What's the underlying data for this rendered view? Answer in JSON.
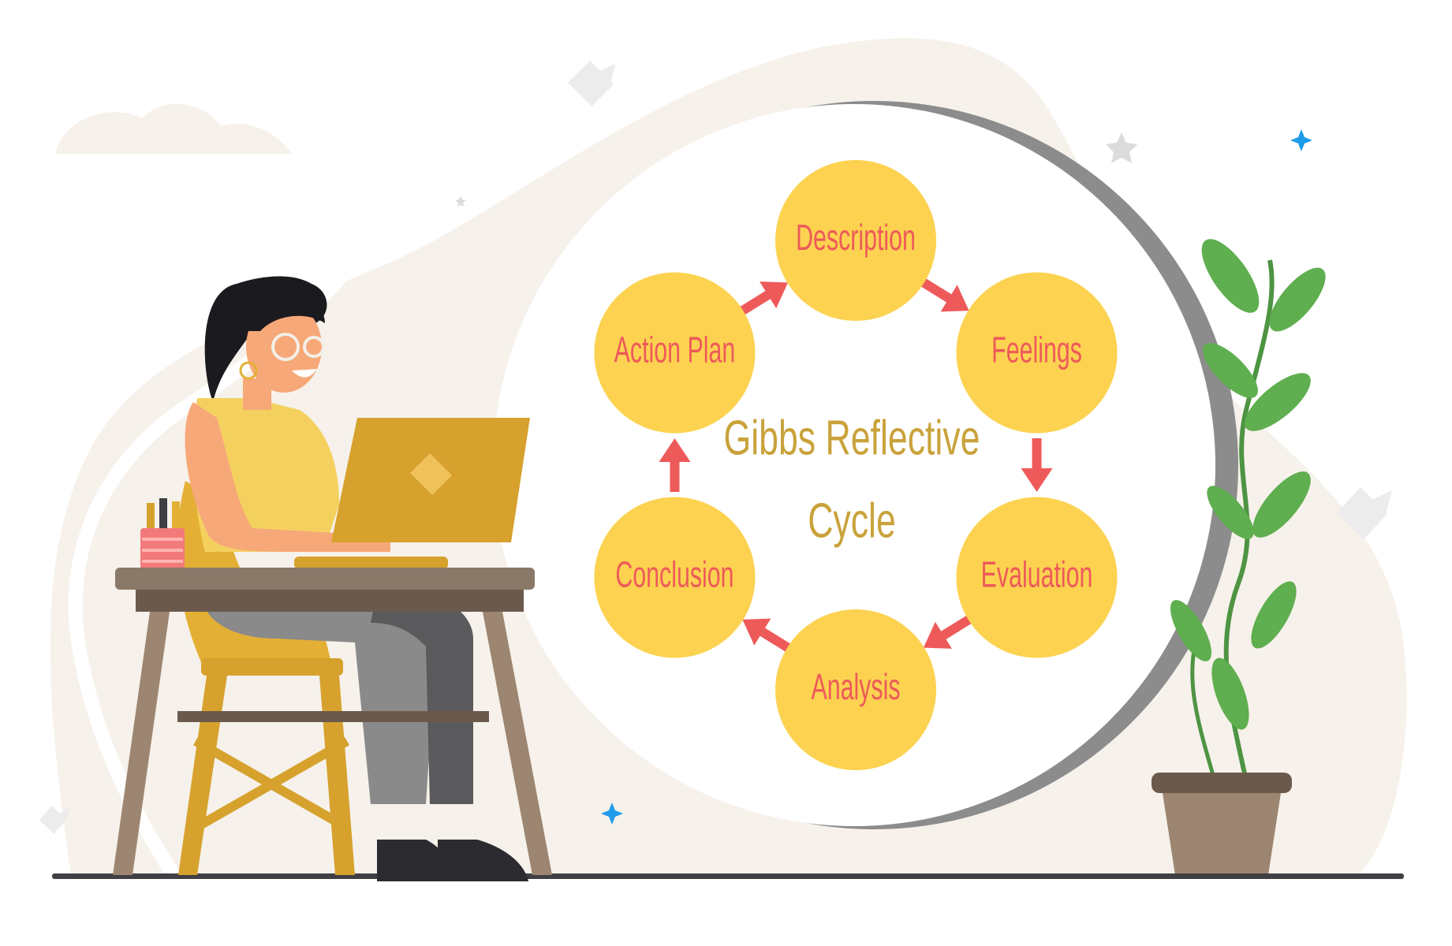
{
  "diagram": {
    "title_line1": "Gibbs Reflective",
    "title_line2": "Cycle",
    "stages": [
      {
        "label": "Description"
      },
      {
        "label": "Feelings"
      },
      {
        "label": "Evaluation"
      },
      {
        "label": "Analysis"
      },
      {
        "label": "Conclusion"
      },
      {
        "label": "Action Plan"
      }
    ],
    "flow": "clockwise"
  },
  "colors": {
    "circle_fill": "#fcd250",
    "label_text": "#ee5a5a",
    "arrow": "#ee5a5a",
    "title_text": "#c9a23a",
    "background_blob": "#f6f1ea",
    "lens_rim": "#8c8c8c",
    "sparkle_blue": "#1e9be9",
    "laptop": "#d6a22d",
    "leaf": "#5fae4f",
    "pot": "#9d8671"
  },
  "icons": [
    "fish-logo-icon",
    "star-icon",
    "sparkle-icon",
    "cloud-icon",
    "plant-icon",
    "laptop-icon",
    "pencil-cup-icon"
  ]
}
